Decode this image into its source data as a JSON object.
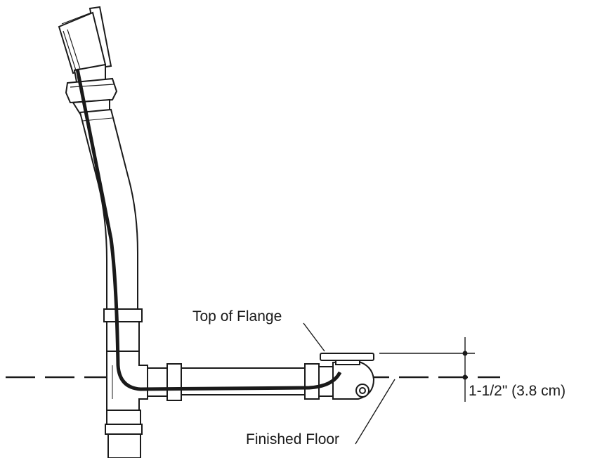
{
  "labels": {
    "top_of_flange": "Top of Flange",
    "finished_floor": "Finished Floor",
    "dimension": "1-1/2\" (3.8 cm)"
  },
  "colors": {
    "line": "#1a1a1a",
    "background": "#ffffff"
  }
}
